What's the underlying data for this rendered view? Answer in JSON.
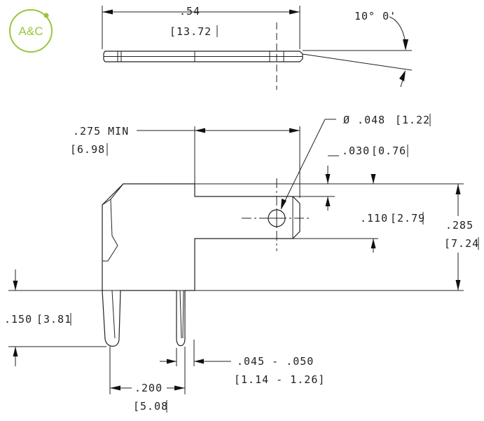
{
  "logo": {
    "text": "A&C",
    "color": "#9bc53d"
  },
  "dimensions": {
    "length_in": ".54",
    "length_mm": "[13.72",
    "angle": "10° 0'",
    "min_len_in": ".275  MIN",
    "min_len_mm": "[6.98",
    "hole_dia": "Ø  .048",
    "hole_dia_mm": "[1.22",
    "offset_in": ".030",
    "offset_mm": "[0.76",
    "tab_h": ".110",
    "tab_h_mm": "[2.79",
    "total_h_in": ".285",
    "total_h_mm": "[7.24",
    "pin_len": ".150",
    "pin_len_mm": "[3.81",
    "pin_pitch_in": ".200",
    "pin_pitch_mm": "[5.08",
    "pin_width_in": ".045  -  .050",
    "pin_width_mm": "[1.14  -  1.26]"
  },
  "colors": {
    "line": "#222222",
    "background": "#ffffff"
  }
}
